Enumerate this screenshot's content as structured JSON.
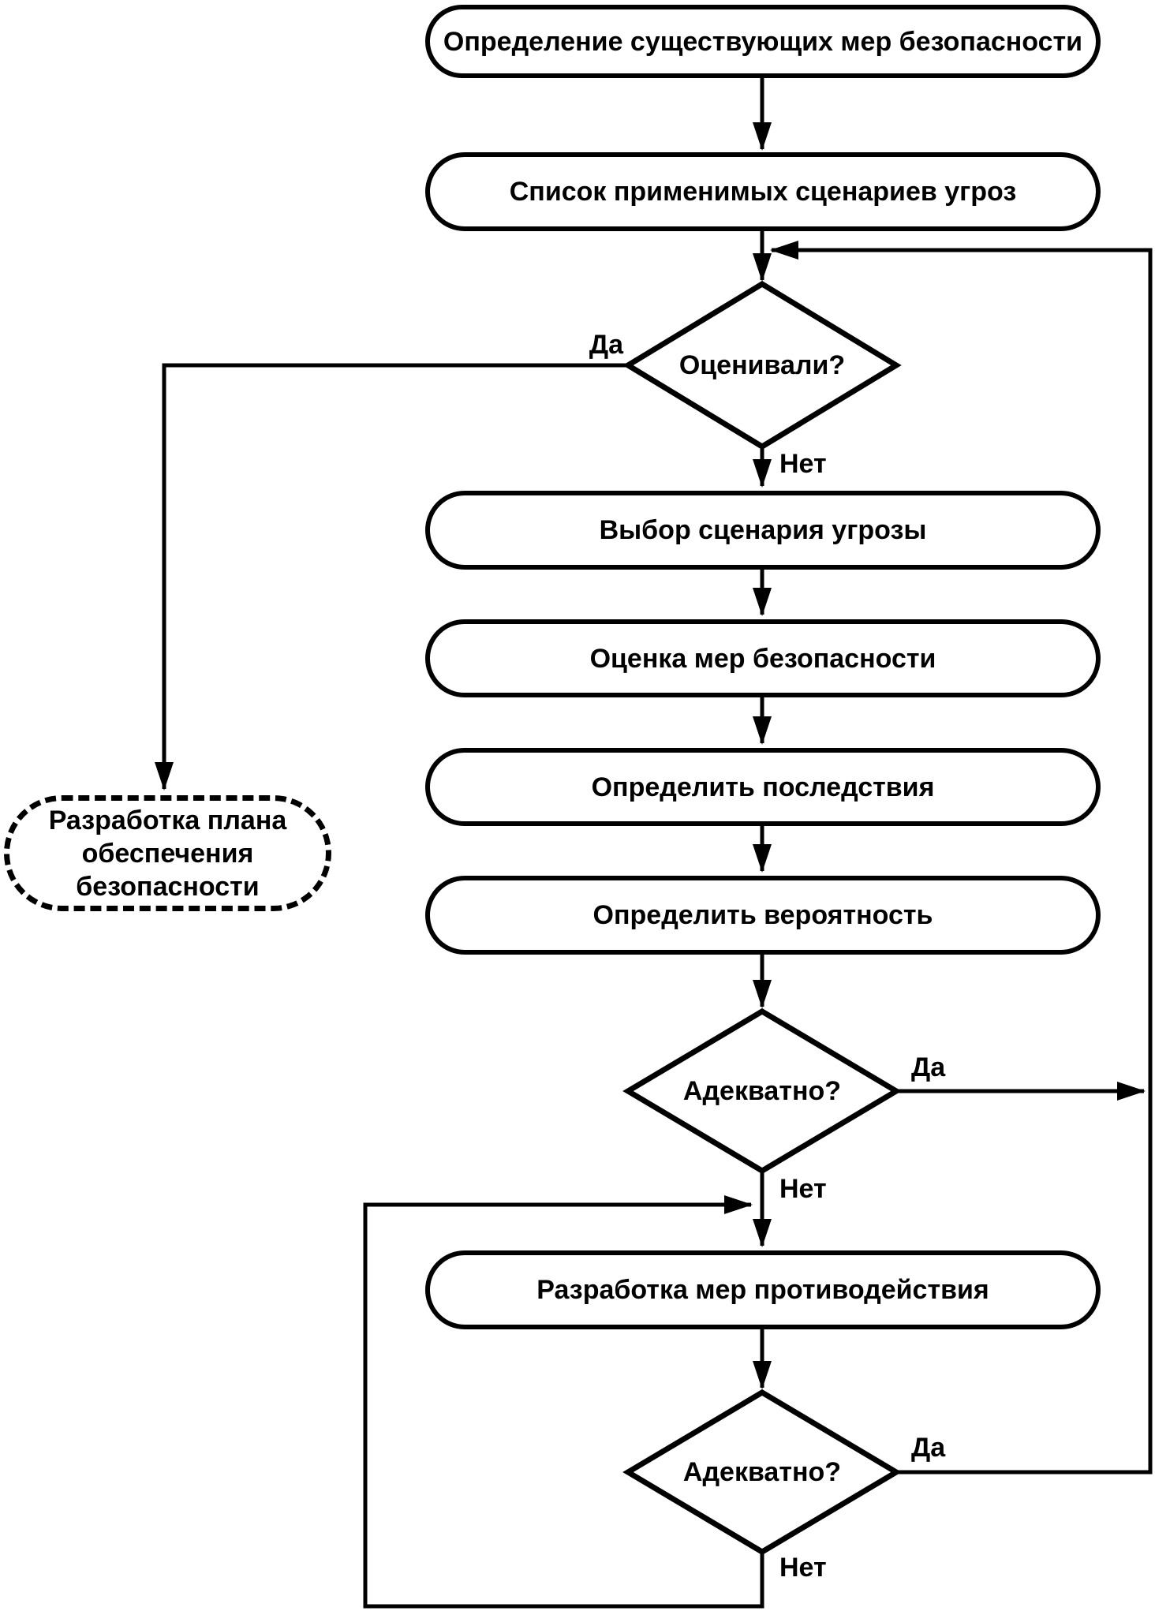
{
  "diagram": {
    "background": "#ffffff",
    "stroke_color": "#000000",
    "text_color": "#000000"
  },
  "steps": {
    "identify_measures": "Определение существующих мер безопасности",
    "threat_list": "Список применимых сценариев угроз",
    "select_scenario": "Выбор сценария угрозы",
    "assess_measures": "Оценка мер безопасности",
    "determine_consequences": "Определить последствия",
    "determine_probability": "Определить вероятность",
    "develop_countermeasures": "Разработка мер противодействия"
  },
  "decisions": {
    "evaluated": {
      "question": "Оценивали?",
      "yes_label": "Да",
      "no_label": "Нет"
    },
    "adequate_1": {
      "question": "Адекватно?",
      "yes_label": "Да",
      "no_label": "Нет"
    },
    "adequate_2": {
      "question": "Адекватно?",
      "yes_label": "Да",
      "no_label": "Нет"
    }
  },
  "terminal": {
    "security_plan": {
      "lines": [
        "Разработка плана",
        "обеспечения",
        "безопасности"
      ]
    }
  }
}
